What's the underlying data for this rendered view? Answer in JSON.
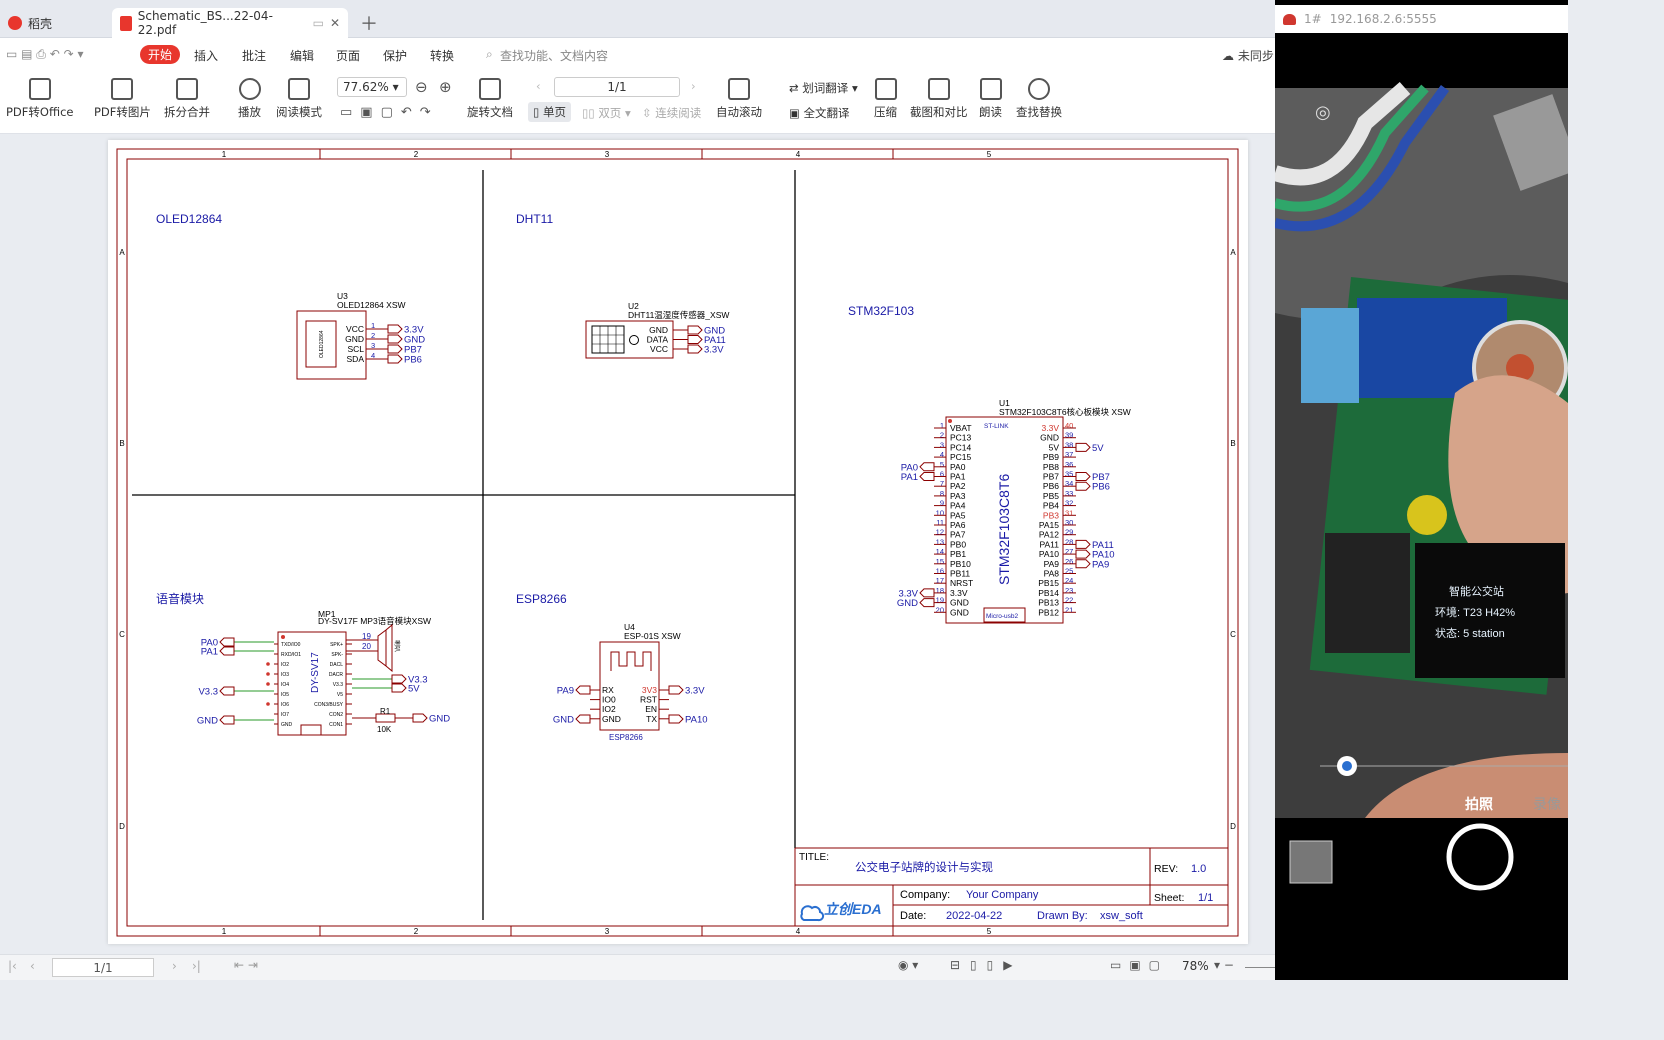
{
  "tabs": [
    {
      "label": "稻壳"
    },
    {
      "label": "Schematic_BS...22-04-22.pdf"
    }
  ],
  "menu": {
    "start": "开始",
    "items": [
      "插入",
      "批注",
      "编辑",
      "页面",
      "保护",
      "转换"
    ],
    "search_placeholder": "查找功能、文档内容",
    "sync": "未同步"
  },
  "toolbar": {
    "pdf_office": "PDF转Office",
    "pdf_image": "PDF转图片",
    "split": "拆分合并",
    "play": "播放",
    "read_mode": "阅读模式",
    "zoom": "77.62%",
    "page": "1/1",
    "rotate": "旋转文档",
    "single": "单页",
    "double": "双页",
    "continuous": "连续阅读",
    "autoscroll": "自动滚动",
    "word_trans": "划词翻译",
    "full_trans": "全文翻译",
    "compress": "压缩",
    "screenshot_compare": "截图和对比",
    "read_aloud": "朗读",
    "find_replace": "查找替换"
  },
  "schematic": {
    "grid_cols": [
      "1",
      "2",
      "3",
      "4",
      "5"
    ],
    "grid_rows": [
      "A",
      "B",
      "C",
      "D"
    ],
    "sections": {
      "oled": "OLED12864",
      "dht": "DHT11",
      "stm": "STM32F103",
      "voice": "语音模块",
      "esp": "ESP8266"
    },
    "oled": {
      "ref": "U3",
      "part": "OLED12864 XSW",
      "pins": [
        "VCC",
        "GND",
        "SCL",
        "SDA"
      ],
      "nums": [
        "1",
        "2",
        "3",
        "4"
      ],
      "nets": [
        "3.3V",
        "GND",
        "PB7",
        "PB6"
      ],
      "body": "OLED12864"
    },
    "dht": {
      "ref": "U2",
      "part": "DHT11温湿度传感器_XSW",
      "pins": [
        "GND",
        "DATA",
        "VCC"
      ],
      "nets": [
        "GND",
        "PA11",
        "3.3V"
      ]
    },
    "stm": {
      "ref": "U1",
      "part": "STM32F103C8T6核心板模块 XSW",
      "chip": "STM32F103C8T6",
      "stlink": "ST-LINK",
      "usb": "Micro-usb2",
      "left_pins": [
        "VBAT",
        "PC13",
        "PC14",
        "PC15",
        "PA0",
        "PA1",
        "PA2",
        "PA3",
        "PA4",
        "PA5",
        "PA6",
        "PA7",
        "PB0",
        "PB1",
        "PB10",
        "PB11",
        "NRST",
        "3.3V",
        "GND",
        "GND"
      ],
      "right_pins": [
        "3.3V",
        "GND",
        "5V",
        "PB9",
        "PB8",
        "PB7",
        "PB6",
        "PB5",
        "PB4",
        "PB3",
        "PA15",
        "PA12",
        "PA11",
        "PA10",
        "PA9",
        "PA8",
        "PB15",
        "PB14",
        "PB13",
        "PB12"
      ],
      "left_nums": [
        "1",
        "2",
        "3",
        "4",
        "5",
        "6",
        "7",
        "8",
        "9",
        "10",
        "11",
        "12",
        "13",
        "14",
        "15",
        "16",
        "17",
        "18",
        "19",
        "20"
      ],
      "right_nums": [
        "40",
        "39",
        "38",
        "37",
        "36",
        "35",
        "34",
        "33",
        "32",
        "31",
        "30",
        "29",
        "28",
        "27",
        "26",
        "25",
        "24",
        "23",
        "22",
        "21"
      ],
      "left_nets": {
        "PA0": "PA0",
        "PA1": "PA1",
        "3.3V": "3.3V",
        "GND": "GND"
      },
      "right_nets": {
        "5V": "5V",
        "PB7": "PB7",
        "PB6": "PB6",
        "PA11": "PA11",
        "PA10": "PA10",
        "PA9": "PA9"
      }
    },
    "mp3": {
      "ref": "MP1",
      "part": "DY-SV17F MP3语音模块XSW",
      "chip": "DY-SV17",
      "pins_l": [
        "TXD/IO0",
        "RXD/IO1",
        "IO2",
        "IO3",
        "IO4",
        "IO5",
        "IO6",
        "IO7",
        "GND"
      ],
      "pins_r": [
        "SPK+",
        "SPK-",
        "DACL",
        "DACR",
        "V3.3",
        "V5",
        "CON3/BUSY",
        "CON2",
        "CON1"
      ],
      "nets_l": [
        "PA0",
        "PA1",
        "V3.3",
        "GND"
      ],
      "nets_r": [
        "V3.3",
        "5V",
        "GND"
      ],
      "spk": [
        "19",
        "20"
      ],
      "spk_label": "喇叭",
      "r_ref": "R1",
      "r_val": "10K"
    },
    "esp": {
      "ref": "U4",
      "part": "ESP-01S XSW",
      "body": "ESP8266",
      "pins_l": [
        "RX",
        "IO0",
        "IO2",
        "GND"
      ],
      "pins_r": [
        "3V3",
        "RST",
        "EN",
        "TX"
      ],
      "nets_l": [
        "PA9",
        "GND"
      ],
      "nets_r": [
        "3.3V",
        "PA10"
      ]
    },
    "titleblock": {
      "title_label": "TITLE:",
      "title": "公交电子站牌的设计与实现",
      "rev_label": "REV:",
      "rev": "1.0",
      "company_label": "Company:",
      "company": "Your Company",
      "sheet_label": "Sheet:",
      "sheet": "1/1",
      "date_label": "Date:",
      "date": "2022-04-22",
      "drawn_label": "Drawn By:",
      "drawn": "xsw_soft",
      "logo": "立创EDA"
    }
  },
  "statusbar": {
    "page": "1/1",
    "zoom": "78%"
  },
  "phone": {
    "title_id": "1#",
    "address": "192.168.2.6:5555",
    "mode_photo": "拍照",
    "mode_video": "录像",
    "oled_lines": [
      "智能公交站",
      "环境: T23  H42%",
      "状态: 5 station"
    ]
  },
  "colors": {
    "start_btn": "#e8362d",
    "wire": "#8b0000",
    "label": "#1a1aa6",
    "pin_num": "#1a1aa6",
    "accent": "#d0372f"
  }
}
